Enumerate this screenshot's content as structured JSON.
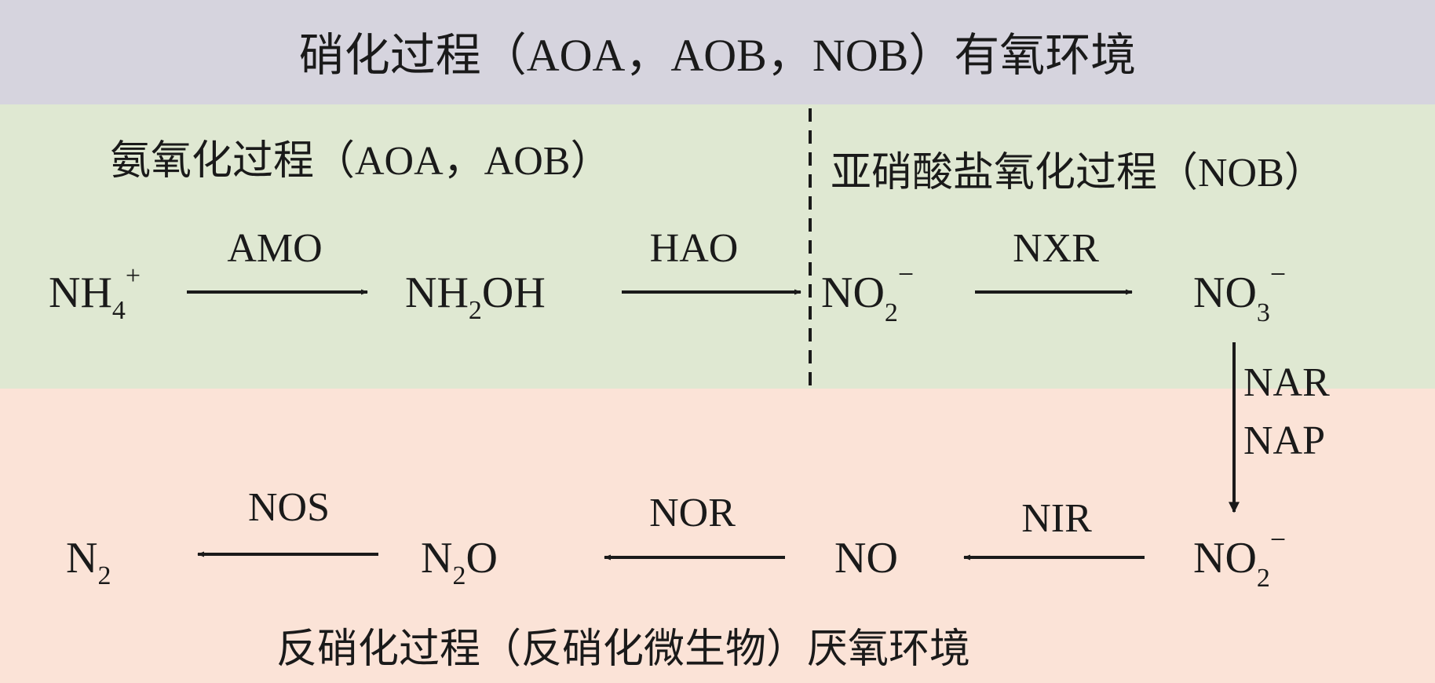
{
  "header": {
    "title": "硝化过程（AOA，AOB，NOB）有氧环境"
  },
  "nitrification": {
    "ammonia_oxidation_label": "氨氧化过程（AOA，AOB）",
    "nitrite_oxidation_label": "亚硝酸盐氧化过程（NOB）"
  },
  "denitrification": {
    "label": "反硝化过程（反硝化微生物）厌氧环境"
  },
  "species": {
    "nh4": {
      "base": "NH",
      "sub": "4",
      "sup": "+"
    },
    "nh2oh_a": {
      "base": "NH",
      "sub": "2",
      "rest": "OH"
    },
    "no2_upper": {
      "base": "NO",
      "sub": "2",
      "sup": "−"
    },
    "no3": {
      "base": "NO",
      "sub": "3",
      "sup": "−"
    },
    "no2_lower": {
      "base": "NO",
      "sub": "2",
      "sup": "−"
    },
    "no": {
      "base": "NO"
    },
    "n2o": {
      "base": "N",
      "sub": "2",
      "rest": "O"
    },
    "n2": {
      "base": "N",
      "sub": "2"
    }
  },
  "enzymes": {
    "amo": "AMO",
    "hao": "HAO",
    "nxr": "NXR",
    "nar": "NAR",
    "nap": "NAP",
    "nir": "NIR",
    "nor": "NOR",
    "nos": "NOS"
  },
  "colors": {
    "header_bg": "#d6d4de",
    "nitrification_bg": "#dfe8d2",
    "denitrification_bg": "#fbe3d7",
    "ink": "#1a1a1a"
  }
}
